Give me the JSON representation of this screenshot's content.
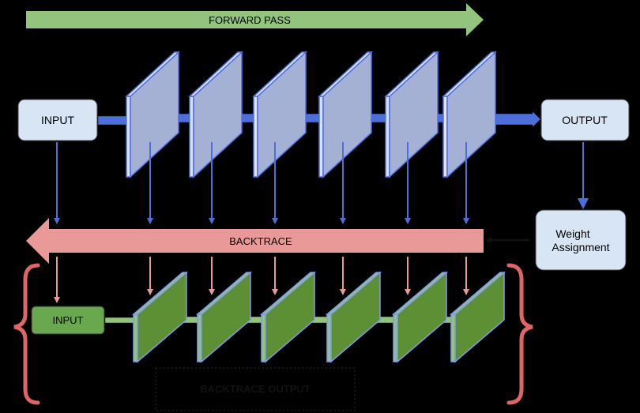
{
  "forward_label": "FORWARD PASS",
  "backtrace_label": "BACKTRACE",
  "top_input_label": "INPUT",
  "top_output_label": "OUTPUT",
  "weight_label_line1": "Weight",
  "weight_label_line2": "Assignment",
  "bottom_input_label": "INPUT",
  "backtrace_output_label": "BACKTRACE OUTPUT",
  "colors": {
    "forward_arrow": "#93c47d",
    "backtrace_arrow": "#ea9999",
    "top_layer_fill": "#a4b0d4",
    "top_layer_edge": "#4f6ee6",
    "bottom_layer_fill": "#5d8f35",
    "bottom_layer_edge": "#7e9bf0",
    "connector_blue": "#4d6fd9",
    "connector_green": "#93c47d",
    "node_fill": "#d7e5f5",
    "brace": "#e06666"
  }
}
